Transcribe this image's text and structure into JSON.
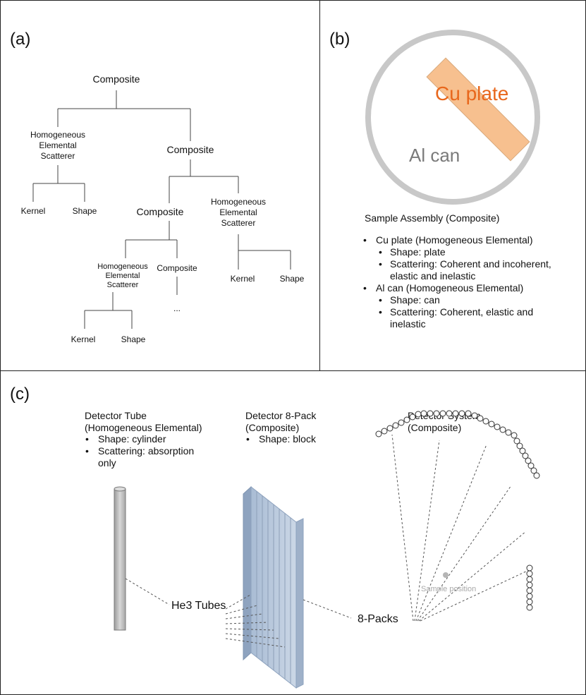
{
  "panel_a": {
    "label": "(a)",
    "root": "Composite",
    "hes_left": "Homogeneous\nElemental\nScatterer",
    "composite_mid": "Composite",
    "kernel_1": "Kernel",
    "shape_1": "Shape",
    "composite_low": "Composite",
    "hes_right": "Homogeneous\nElemental\nScatterer",
    "hes_low": "Homogeneous\nElemental\nScatterer",
    "composite_low2": "Composite",
    "ellipsis": "...",
    "kernel_2": "Kernel",
    "shape_2": "Shape",
    "kernel_3": "Kernel",
    "shape_3": "Shape"
  },
  "panel_b": {
    "label": "(b)",
    "plate_label": "Cu plate",
    "can_label": "Al can",
    "assembly_title": "Sample Assembly (Composite)",
    "items": [
      {
        "label": "Cu plate (Homogeneous Elemental)",
        "sub": [
          "Shape: plate",
          "Scattering: Coherent and incoherent, elastic and inelastic"
        ]
      },
      {
        "label": "Al can (Homogeneous Elemental)",
        "sub": [
          "Shape: can",
          "Scattering: Coherent, elastic and inelastic"
        ]
      }
    ],
    "colors": {
      "plate_fill": "#f7c08f",
      "plate_text": "#e8671c",
      "can_ring": "#c8c8c8",
      "can_text": "#7a7a7a"
    }
  },
  "panel_c": {
    "label": "(c)",
    "tube": {
      "title": "Detector Tube\n(Homogeneous Elemental)",
      "bullets": [
        "Shape: cylinder",
        "Scattering: absorption only"
      ]
    },
    "pack": {
      "title": "Detector 8-Pack\n(Composite)",
      "bullets": [
        "Shape: block"
      ]
    },
    "system": {
      "title": "Detector System\n(Composite)"
    },
    "he3_label": "He3 Tubes",
    "packs_label": "8-Packs",
    "sample_label": "Sample position",
    "colors": {
      "pack_fill": "#b9c9dc",
      "tube_fill": "#c4c4c4"
    }
  }
}
